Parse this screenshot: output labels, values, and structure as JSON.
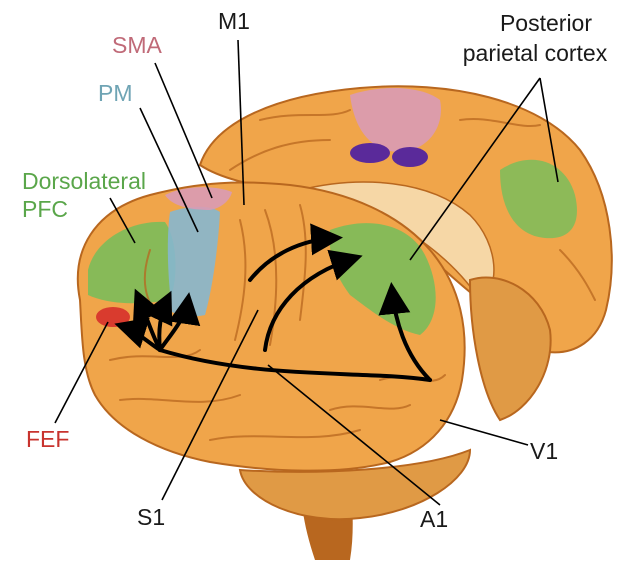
{
  "labels": {
    "sma": "SMA",
    "pm": "PM",
    "m1": "M1",
    "dlpfc_line1": "Dorsolateral",
    "dlpfc_line2": "PFC",
    "fef": "FEF",
    "ppc_line1": "Posterior",
    "ppc_line2": "parietal cortex",
    "s1": "S1",
    "a1": "A1",
    "v1": "V1"
  },
  "colors": {
    "sma": "#c06a78",
    "pm": "#6fa4b4",
    "dlpfc": "#5aa64a",
    "fef": "#c8332e",
    "text": "#1a1a1a",
    "brain": "#f0a54a",
    "brain_dark": "#b8671f",
    "region_green": "#7bbd5a",
    "region_blue": "#86b7cf",
    "region_pink": "#d99bb5",
    "region_purple": "#b28ad6",
    "region_violet": "#5a2a9a",
    "region_red": "#d93b2e",
    "cerebellum": "#e09a45",
    "arrow": "#000000"
  }
}
